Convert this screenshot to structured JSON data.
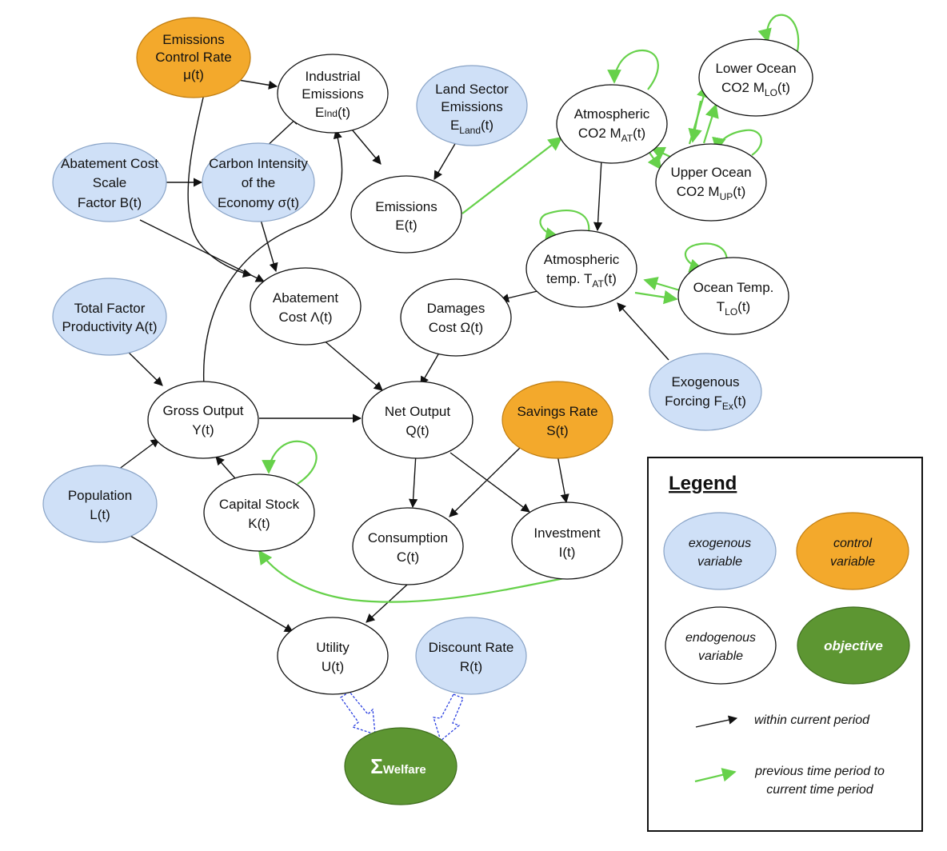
{
  "colors": {
    "exogenous": "#cfe0f7",
    "control": "#f3a92c",
    "endogenous": "#ffffff",
    "objective": "#5d9632",
    "black_arrow": "#111111",
    "green_arrow": "#66d14a",
    "blue_arrow": "#2a3fe0"
  },
  "nodes": {
    "emissions_control_rate": {
      "line1": "Emissions",
      "line2": "Control Rate",
      "line3": "μ(t)"
    },
    "industrial_emissions": {
      "line1": "Industrial",
      "line2": "Emissions",
      "line3_main": "E",
      "line3_sub": "Ind",
      "line3_tail": "(t)"
    },
    "land_sector_emissions": {
      "line1": "Land Sector",
      "line2": "Emissions",
      "line3_main": "E",
      "line3_sub": "Land",
      "line3_tail": "(t)"
    },
    "atmospheric_co2": {
      "line1": "Atmospheric",
      "line2_main": "CO2 M",
      "line2_sub": "AT",
      "line2_tail": "(t)"
    },
    "lower_ocean_co2": {
      "line1": "Lower Ocean",
      "line2_main": "CO2 M",
      "line2_sub": "LO",
      "line2_tail": "(t)"
    },
    "upper_ocean_co2": {
      "line1": "Upper Ocean",
      "line2_main": "CO2 M",
      "line2_sub": "UP",
      "line2_tail": "(t)"
    },
    "abatement_cost_scale": {
      "line1": "Abatement Cost",
      "line2": "Scale",
      "line3": "Factor B(t)"
    },
    "carbon_intensity": {
      "line1": "Carbon Intensity",
      "line2": "of the",
      "line3": "Economy σ(t)"
    },
    "emissions": {
      "line1": "Emissions",
      "line2": "E(t)"
    },
    "atmospheric_temp": {
      "line1": "Atmospheric",
      "line2_main": "temp. T",
      "line2_sub": "AT",
      "line2_tail": "(t)"
    },
    "ocean_temp": {
      "line1": "Ocean Temp.",
      "line2_main": "T",
      "line2_sub": "LO",
      "line2_tail": "(t)"
    },
    "total_factor_productivity": {
      "line1": "Total Factor",
      "line2": "Productivity A(t)"
    },
    "abatement_cost": {
      "line1": "Abatement",
      "line2": "Cost Λ(t)"
    },
    "damages_cost": {
      "line1": "Damages",
      "line2": "Cost Ω(t)"
    },
    "exogenous_forcing": {
      "line1": "Exogenous",
      "line2_main": "Forcing F",
      "line2_sub": "Ex",
      "line2_tail": "(t)"
    },
    "gross_output": {
      "line1": "Gross Output",
      "line2": "Y(t)"
    },
    "net_output": {
      "line1": "Net Output",
      "line2": "Q(t)"
    },
    "savings_rate": {
      "line1": "Savings Rate",
      "line2": "S(t)"
    },
    "population": {
      "line1": "Population",
      "line2": "L(t)"
    },
    "capital_stock": {
      "line1": "Capital Stock",
      "line2": "K(t)"
    },
    "consumption": {
      "line1": "Consumption",
      "line2": "C(t)"
    },
    "investment": {
      "line1": "Investment",
      "line2": "I(t)"
    },
    "utility": {
      "line1": "Utility",
      "line2": "U(t)"
    },
    "discount_rate": {
      "line1": "Discount Rate",
      "line2": "R(t)"
    },
    "welfare": {
      "sigma": "Σ",
      "label": "Welfare"
    }
  },
  "legend": {
    "title": "Legend",
    "exogenous_line1": "exogenous",
    "exogenous_line2": "variable",
    "control_line1": "control",
    "control_line2": "variable",
    "endogenous_line1": "endogenous",
    "endogenous_line2": "variable",
    "objective_label": "objective",
    "within_label": "within current period",
    "previous_line1": "previous time period to",
    "previous_line2": "current time period"
  }
}
